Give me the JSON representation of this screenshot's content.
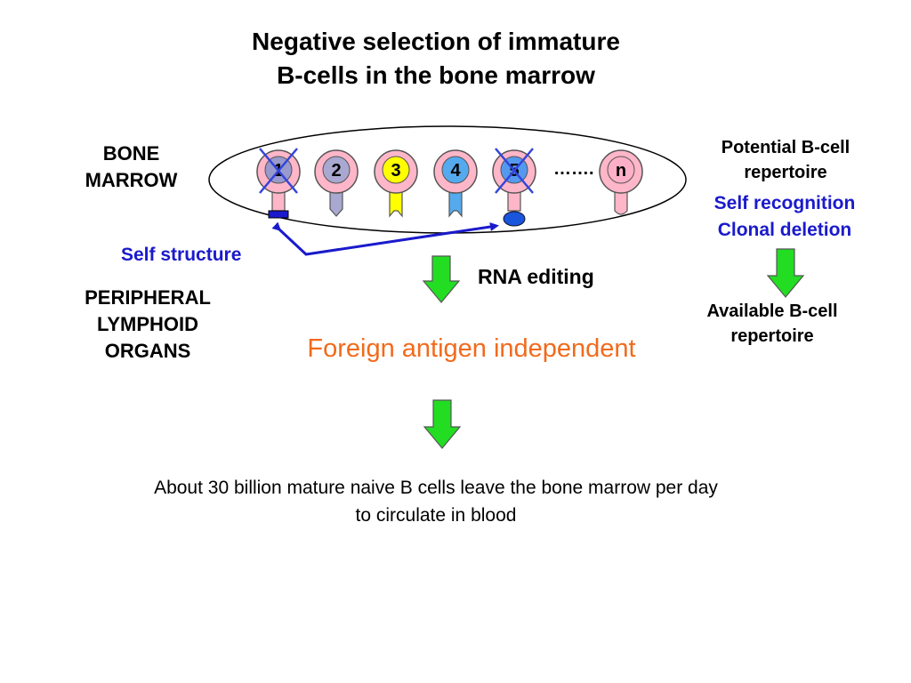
{
  "title": {
    "line1": "Negative selection of immature",
    "line2": "B-cells in the bone marrow"
  },
  "labels": {
    "bone_marrow_line1": "BONE",
    "bone_marrow_line2": "MARROW",
    "peripheral_line1": "PERIPHERAL",
    "peripheral_line2": "LYMPHOID",
    "peripheral_line3": "ORGANS",
    "self_structure": "Self structure",
    "rna_editing": "RNA editing",
    "potential_line1": "Potential B-cell",
    "potential_line2": "repertoire",
    "self_recognition": "Self recognition",
    "clonal_deletion": "Clonal deletion",
    "available_line1": "Available B-cell",
    "available_line2": "repertoire",
    "foreign_antigen": "Foreign antigen independent",
    "about_line1": "About 30 billion mature naive B cells leave the bone marrow per day",
    "about_line2": "to circulate in blood",
    "ellipsis": "……."
  },
  "cells": [
    {
      "label": "1",
      "fill": "#9999cc",
      "deleted": true
    },
    {
      "label": "2",
      "fill": "#a8a8d0",
      "deleted": false
    },
    {
      "label": "3",
      "fill": "#ffff00",
      "deleted": false
    },
    {
      "label": "4",
      "fill": "#55aaee",
      "deleted": false
    },
    {
      "label": "5",
      "fill": "#5599ee",
      "deleted": true
    },
    {
      "label": "n",
      "fill": "#ffb0c8",
      "deleted": false
    }
  ],
  "colors": {
    "cell_body": "#ffb6c8",
    "cell_outline": "#555555",
    "arrow_green": "#22dd22",
    "self_structure_blue": "#1a1acc",
    "cross_blue": "#3344dd",
    "orange_text": "#f26a1b"
  }
}
